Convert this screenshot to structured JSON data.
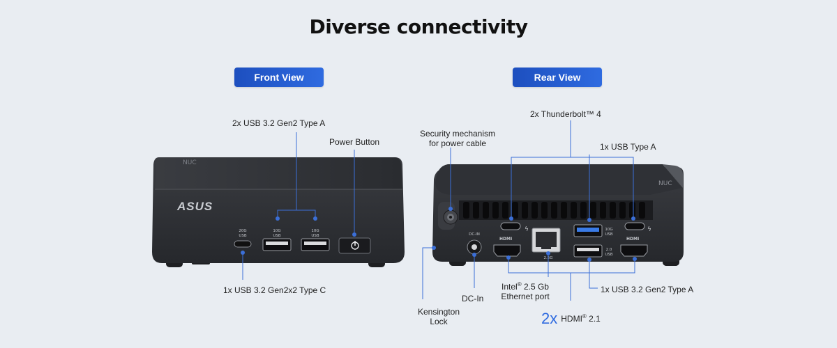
{
  "title": "Diverse connectivity",
  "views": {
    "front": "Front View",
    "rear": "Rear View"
  },
  "front": {
    "brand": "ASUS",
    "top_logo": "NUC",
    "port_tags": {
      "usbc": [
        "20G",
        "USB"
      ],
      "usba1": [
        "10G",
        "USB"
      ],
      "usba2": [
        "10G",
        "USB"
      ]
    },
    "labels": {
      "usb_a": "2x USB 3.2 Gen2 Type A",
      "power": "Power Button",
      "usb_c": "1x USB 3.2 Gen2x2 Type C"
    }
  },
  "rear": {
    "top_logo": "NUC",
    "port_tags": {
      "dcin": [
        "DC-IN"
      ],
      "hdmi1": "HDMI",
      "hdmi2": "HDMI",
      "eth": "2.5G",
      "usb_top": [
        "10G",
        "USB"
      ],
      "usb_bottom": [
        "2.0",
        "USB"
      ]
    },
    "labels": {
      "security_1": "Security mechanism",
      "security_2": "for power cable",
      "thunderbolt": "2x Thunderbolt™ 4",
      "usb_a": "1x USB Type A",
      "dc_in": "DC-In",
      "ethernet_1_pre": "Intel",
      "ethernet_1_sup": "®",
      "ethernet_1_post": " 2.5 Gb",
      "ethernet_2": "Ethernet port",
      "usb_gen2": "1x USB 3.2 Gen2 Type A",
      "kensington_1": "Kensington",
      "kensington_2": "Lock",
      "hdmi_count": "2x",
      "hdmi_pre": "HDMI",
      "hdmi_sup": "®",
      "hdmi_post": " 2.1"
    }
  },
  "colors": {
    "accent": "#2f6be0",
    "line": "#3b6fd8",
    "device": "#2b2d31",
    "background": "#e9edf2"
  }
}
